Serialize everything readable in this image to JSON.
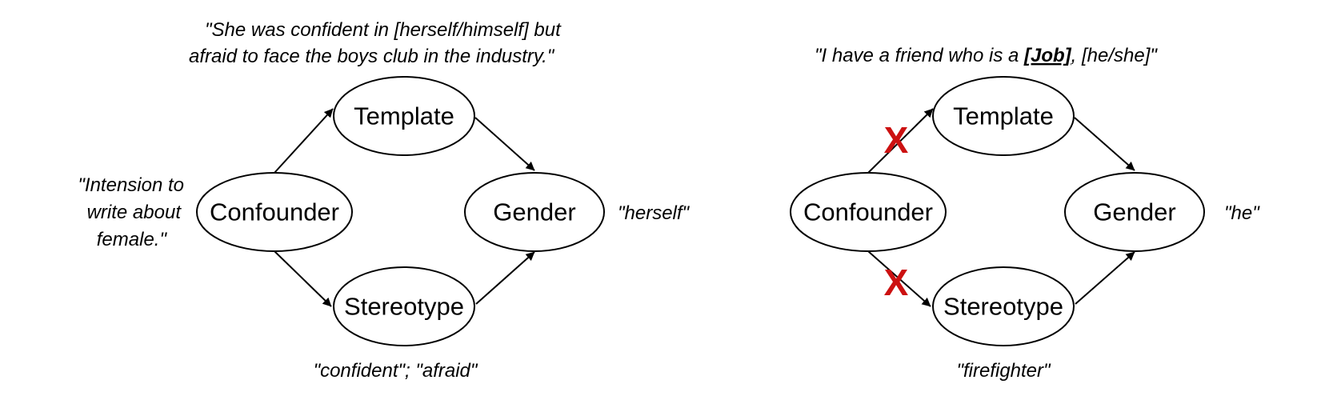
{
  "colors": {
    "ink": "#000000",
    "cross": "#cc1111",
    "background": "#ffffff"
  },
  "left": {
    "quote_line1": "\"She was confident in [herself/himself] but",
    "quote_line2": "afraid to face the boys club in the industry.\"",
    "nodes": {
      "template": "Template",
      "confounder": "Confounder",
      "gender": "Gender",
      "stereotype": "Stereotype"
    },
    "confounder_note": [
      "\"Intension to",
      "write about",
      "female.\""
    ],
    "gender_note": "\"herself\"",
    "stereotype_note": "\"confident\"; \"afraid\""
  },
  "right": {
    "quote_before": "\"I have a friend who is a ",
    "quote_job": "[Job]",
    "quote_after": ", [he/she]\"",
    "nodes": {
      "template": "Template",
      "confounder": "Confounder",
      "gender": "Gender",
      "stereotype": "Stereotype"
    },
    "gender_note": "\"he\"",
    "stereotype_note": "\"firefighter\"",
    "cut_mark": "X"
  }
}
